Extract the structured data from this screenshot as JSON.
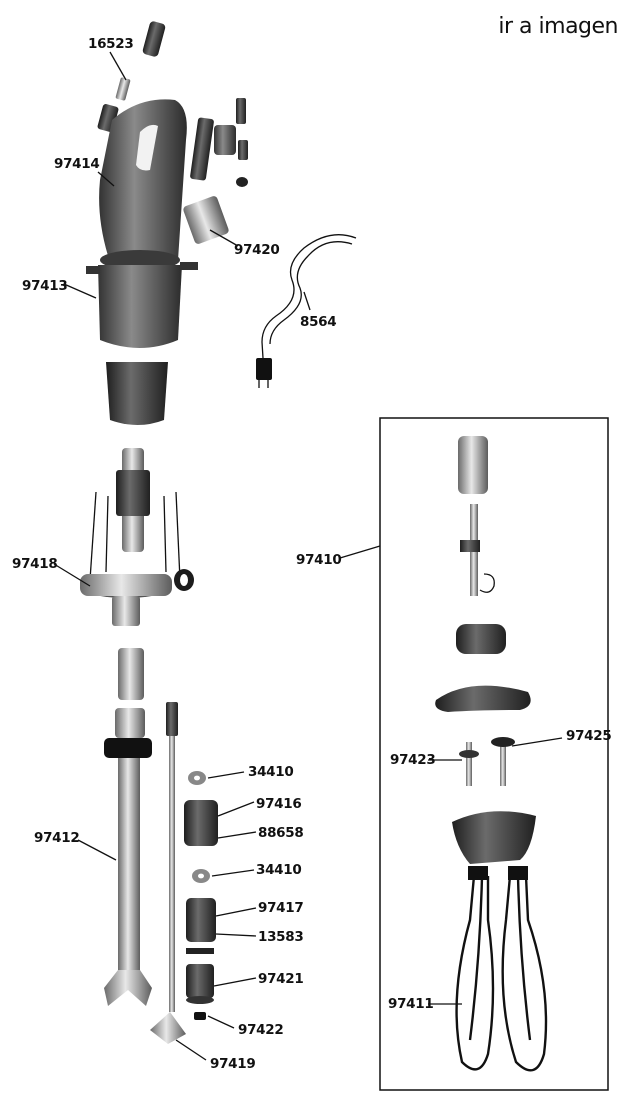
{
  "header": {
    "link_text": "ir a imagen"
  },
  "parts": [
    {
      "number": "16523"
    },
    {
      "number": "97414"
    },
    {
      "number": "97420"
    },
    {
      "number": "97413"
    },
    {
      "number": "8564"
    },
    {
      "number": "97418"
    },
    {
      "number": "97410"
    },
    {
      "number": "34410"
    },
    {
      "number": "97416"
    },
    {
      "number": "88658"
    },
    {
      "number": "34410"
    },
    {
      "number": "97412"
    },
    {
      "number": "97417"
    },
    {
      "number": "13583"
    },
    {
      "number": "97421"
    },
    {
      "number": "97422"
    },
    {
      "number": "97419"
    },
    {
      "number": "97423"
    },
    {
      "number": "97425"
    },
    {
      "number": "97411"
    }
  ]
}
